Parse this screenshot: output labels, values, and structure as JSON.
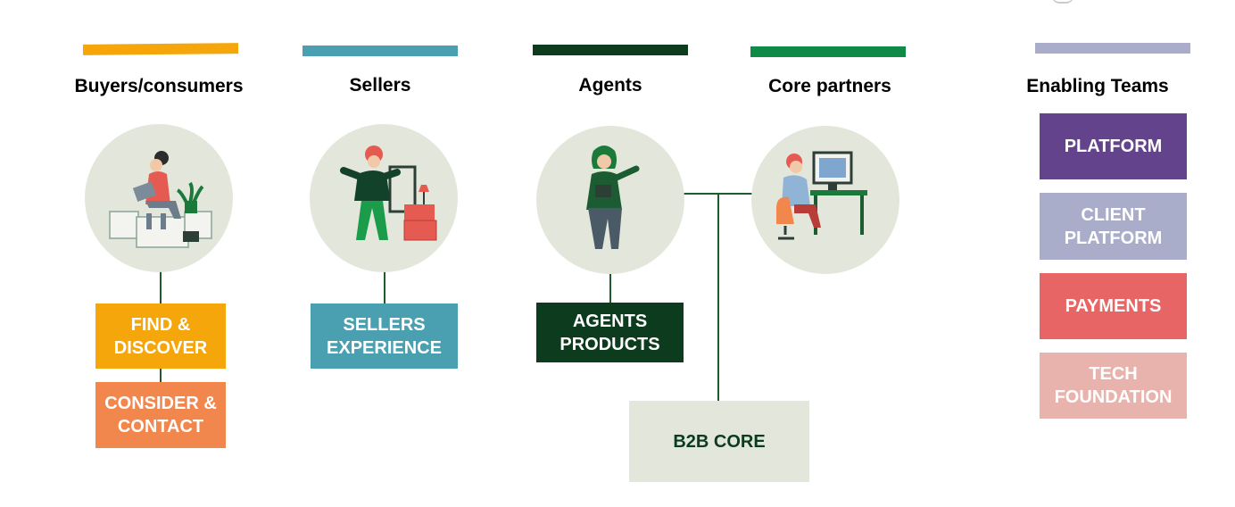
{
  "columns": [
    {
      "key": "buyers",
      "heading": "Buyers/consumers",
      "color": "#f5a60b"
    },
    {
      "key": "sellers",
      "heading": "Sellers",
      "color": "#4a9fb0"
    },
    {
      "key": "agents",
      "heading": "Agents",
      "color": "#0d3b1e"
    },
    {
      "key": "core_partners",
      "heading": "Core partners",
      "color": "#0f8b47"
    },
    {
      "key": "enabling",
      "heading": "Enabling Teams",
      "color": "#a9adc9"
    }
  ],
  "boxes": {
    "find_discover": {
      "label": "FIND &\nDISCOVER",
      "color": "#f5a60b"
    },
    "consider_contact": {
      "label": "CONSIDER &\nCONTACT",
      "color": "#f2874e"
    },
    "sellers_experience": {
      "label": "SELLERS\nEXPERIENCE",
      "color": "#4a9fb0"
    },
    "agents_products": {
      "label": "AGENTS\nPRODUCTS",
      "color": "#0d3b1e"
    },
    "b2b_core": {
      "label": "B2B CORE",
      "color": "#e3e6da",
      "text_color": "#0d3b1e"
    }
  },
  "enabling_teams": [
    {
      "label": "PLATFORM",
      "color": "#63448c"
    },
    {
      "label": "CLIENT\nPLATFORM",
      "color": "#a9adc9"
    },
    {
      "label": "PAYMENTS",
      "color": "#e86565"
    },
    {
      "label": "TECH\nFOUNDATION",
      "color": "#e8b3ad"
    }
  ],
  "illustrations": {
    "buyer": "person-with-laptop-on-boxes",
    "seller": "person-moving-with-boxes",
    "agent": "person-presenting",
    "partner": "person-at-computer-desk"
  }
}
